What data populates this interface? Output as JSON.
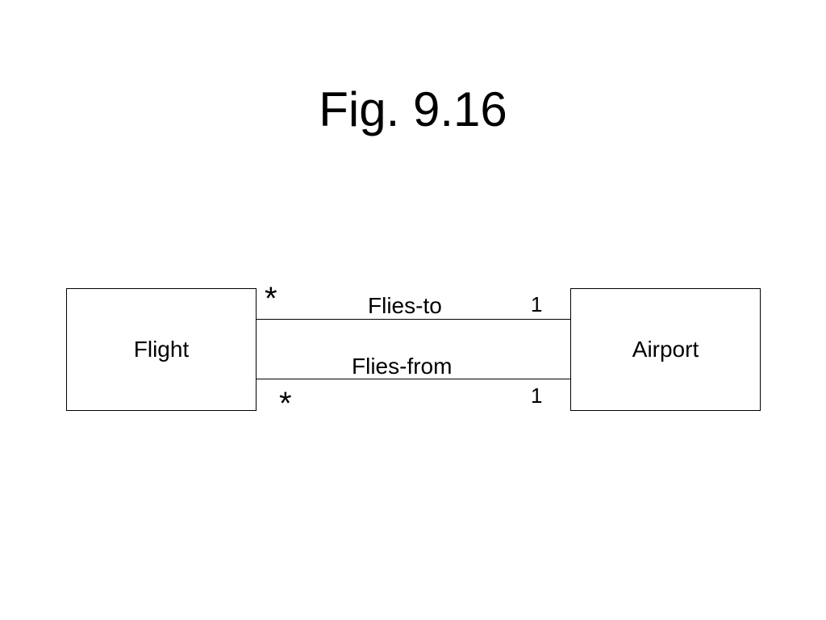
{
  "title": "Fig. 9.16",
  "classes": {
    "flight": "Flight",
    "airport": "Airport"
  },
  "associations": [
    {
      "label": "Flies-to",
      "flight_multiplicity": "*",
      "airport_multiplicity": "1"
    },
    {
      "label": "Flies-from",
      "flight_multiplicity": "*",
      "airport_multiplicity": "1"
    }
  ]
}
